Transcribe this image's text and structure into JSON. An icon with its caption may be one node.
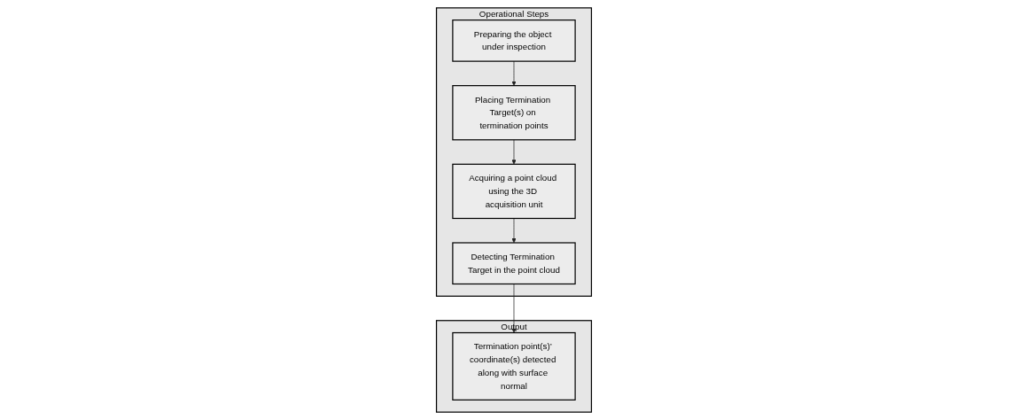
{
  "diagram": {
    "nodes": [
      {
        "text": [
          "Operational Steps"
        ]
      },
      {
        "text": [
          "Preparing the object under inspection"
        ],
        "in": 0
      },
      {
        "text": [
          "Placing Termination Target(s) on termination points"
        ],
        "in": 0
      },
      {
        "text": [
          "Acquiring a point cloud using the 3D acquisition unit"
        ],
        "in": 0
      },
      {
        "text": [
          "Detecting Termination Target in the point cloud"
        ],
        "in": 0
      },
      {
        "text": [
          "Output"
        ]
      },
      {
        "text": [
          "Termination point(s)’ coordinate(s) detected along with surface normal"
        ],
        "in": 5
      }
    ],
    "edges": [
      {
        "from": 1,
        "to": 2,
        "arrow": "to"
      },
      {
        "from": 2,
        "to": 3,
        "arrow": "to"
      },
      {
        "from": 3,
        "to": 4,
        "arrow": "to"
      },
      {
        "from": 4,
        "to": 6,
        "arrow": "to"
      }
    ]
  }
}
